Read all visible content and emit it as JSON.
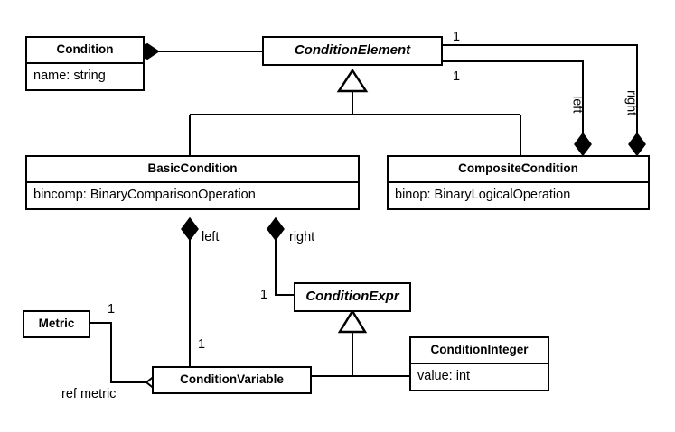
{
  "diagram": {
    "title": "Condition metamodel class diagram",
    "type": "uml-class-diagram",
    "classes": [
      {
        "id": "condition",
        "name": "Condition",
        "abstract": false,
        "attributes": [
          "name: string"
        ]
      },
      {
        "id": "condition-element",
        "name": "ConditionElement",
        "abstract": true,
        "attributes": []
      },
      {
        "id": "basic-condition",
        "name": "BasicCondition",
        "abstract": false,
        "attributes": [
          "bincomp: BinaryComparisonOperation"
        ]
      },
      {
        "id": "composite-condition",
        "name": "CompositeCondition",
        "abstract": false,
        "attributes": [
          "binop: BinaryLogicalOperation"
        ]
      },
      {
        "id": "condition-expr",
        "name": "ConditionExpr",
        "abstract": true,
        "attributes": []
      },
      {
        "id": "metric",
        "name": "Metric",
        "abstract": false,
        "attributes": []
      },
      {
        "id": "condition-variable",
        "name": "ConditionVariable",
        "abstract": false,
        "attributes": []
      },
      {
        "id": "condition-integer",
        "name": "ConditionInteger",
        "abstract": false,
        "attributes": [
          "value: int"
        ]
      }
    ],
    "edge_labels": {
      "composition_top_right_mult_1": "1",
      "composition_top_right_mult_2": "1",
      "composite_left_role": "left",
      "composite_right_role": "right",
      "basic_left_role": "left",
      "basic_right_role": "right",
      "condition_expr_mult": "1",
      "condition_variable_mult": "1",
      "metric_mult": "1",
      "ref_metric_role": "ref metric"
    },
    "colors": {
      "line": "#000000",
      "fill": "#ffffff",
      "text": "#000000"
    }
  }
}
